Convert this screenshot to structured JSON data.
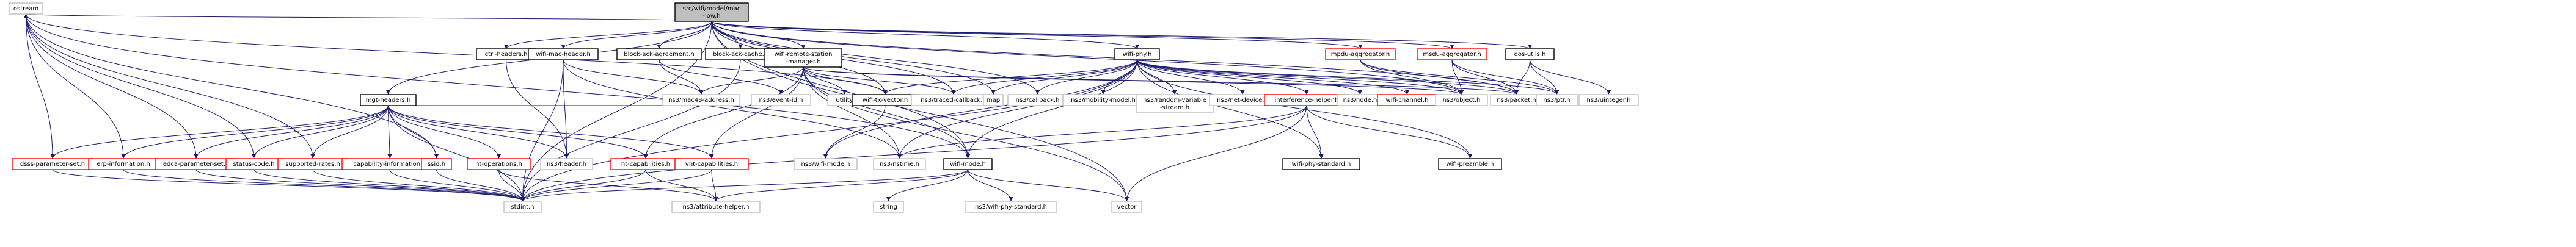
{
  "colors": {
    "edge": "#191970",
    "root_fill": "#bfbfbf",
    "root_border": "#000000",
    "documented_border": "#000000",
    "truncated_border": "#ff0000",
    "external_border": "#bfbfbf",
    "node_fill": "#ffffff"
  },
  "nodes": [
    {
      "id": "root",
      "lines": [
        "src/wifi/model/mac",
        "-low.h"
      ],
      "kind": "root"
    },
    {
      "id": "ostream",
      "lines": [
        "ostream"
      ],
      "kind": "external"
    },
    {
      "id": "mgt_headers",
      "lines": [
        "mgt-headers.h"
      ],
      "kind": "documented"
    },
    {
      "id": "ctrl_headers",
      "lines": [
        "ctrl-headers.h"
      ],
      "kind": "documented"
    },
    {
      "id": "wifi_mac_header",
      "lines": [
        "wifi-mac-header.h"
      ],
      "kind": "documented"
    },
    {
      "id": "block_ack_agreement",
      "lines": [
        "block-ack-agreement.h"
      ],
      "kind": "documented"
    },
    {
      "id": "block_ack_cache",
      "lines": [
        "block-ack-cache.h"
      ],
      "kind": "documented"
    },
    {
      "id": "wifi_remote_station_manager",
      "lines": [
        "wifi-remote-station",
        "-manager.h"
      ],
      "kind": "documented"
    },
    {
      "id": "wifi_phy",
      "lines": [
        "wifi-phy.h"
      ],
      "kind": "documented"
    },
    {
      "id": "mpdu_aggregator",
      "lines": [
        "mpdu-aggregator.h"
      ],
      "kind": "truncated"
    },
    {
      "id": "msdu_aggregator",
      "lines": [
        "msdu-aggregator.h"
      ],
      "kind": "truncated"
    },
    {
      "id": "qos_utils",
      "lines": [
        "qos-utils.h"
      ],
      "kind": "documented"
    },
    {
      "id": "mac48_address",
      "lines": [
        "ns3/mac48-address.h"
      ],
      "kind": "external"
    },
    {
      "id": "event_id",
      "lines": [
        "ns3/event-id.h"
      ],
      "kind": "external"
    },
    {
      "id": "utility",
      "lines": [
        "utility"
      ],
      "kind": "external"
    },
    {
      "id": "wifi_tx_vector",
      "lines": [
        "wifi-tx-vector.h"
      ],
      "kind": "documented"
    },
    {
      "id": "traced_callback",
      "lines": [
        "ns3/traced-callback.h"
      ],
      "kind": "external"
    },
    {
      "id": "map",
      "lines": [
        "map"
      ],
      "kind": "external"
    },
    {
      "id": "callback",
      "lines": [
        "ns3/callback.h"
      ],
      "kind": "external"
    },
    {
      "id": "mobility_model",
      "lines": [
        "ns3/mobility-model.h"
      ],
      "kind": "external"
    },
    {
      "id": "random_variable_stream",
      "lines": [
        "ns3/random-variable",
        "-stream.h"
      ],
      "kind": "external"
    },
    {
      "id": "net_device",
      "lines": [
        "ns3/net-device.h"
      ],
      "kind": "external"
    },
    {
      "id": "interference_helper",
      "lines": [
        "interference-helper.h"
      ],
      "kind": "truncated"
    },
    {
      "id": "ns3_node",
      "lines": [
        "ns3/node.h"
      ],
      "kind": "external"
    },
    {
      "id": "wifi_channel",
      "lines": [
        "wifi-channel.h"
      ],
      "kind": "truncated"
    },
    {
      "id": "ns3_object",
      "lines": [
        "ns3/object.h"
      ],
      "kind": "external"
    },
    {
      "id": "ns3_packet",
      "lines": [
        "ns3/packet.h"
      ],
      "kind": "external"
    },
    {
      "id": "ns3_ptr",
      "lines": [
        "ns3/ptr.h"
      ],
      "kind": "external"
    },
    {
      "id": "ns3_uinteger",
      "lines": [
        "ns3/uinteger.h"
      ],
      "kind": "external"
    },
    {
      "id": "dsss_parameter_set",
      "lines": [
        "dsss-parameter-set.h"
      ],
      "kind": "truncated"
    },
    {
      "id": "erp_information",
      "lines": [
        "erp-information.h"
      ],
      "kind": "truncated"
    },
    {
      "id": "edca_parameter_set",
      "lines": [
        "edca-parameter-set.h"
      ],
      "kind": "truncated"
    },
    {
      "id": "status_code",
      "lines": [
        "status-code.h"
      ],
      "kind": "truncated"
    },
    {
      "id": "supported_rates",
      "lines": [
        "supported-rates.h"
      ],
      "kind": "truncated"
    },
    {
      "id": "capability_information",
      "lines": [
        "capability-information.h"
      ],
      "kind": "truncated"
    },
    {
      "id": "ssid",
      "lines": [
        "ssid.h"
      ],
      "kind": "truncated"
    },
    {
      "id": "ht_operations",
      "lines": [
        "ht-operations.h"
      ],
      "kind": "truncated"
    },
    {
      "id": "ns3_header",
      "lines": [
        "ns3/header.h"
      ],
      "kind": "external"
    },
    {
      "id": "ht_capabilities",
      "lines": [
        "ht-capabilities.h"
      ],
      "kind": "truncated"
    },
    {
      "id": "vht_capabilities",
      "lines": [
        "vht-capabilities.h"
      ],
      "kind": "truncated"
    },
    {
      "id": "ns3_wifi_mode",
      "lines": [
        "ns3/wifi-mode.h"
      ],
      "kind": "external"
    },
    {
      "id": "ns3_nstime",
      "lines": [
        "ns3/nstime.h"
      ],
      "kind": "external"
    },
    {
      "id": "wifi_mode",
      "lines": [
        "wifi-mode.h"
      ],
      "kind": "documented"
    },
    {
      "id": "wifi_phy_standard",
      "lines": [
        "wifi-phy-standard.h"
      ],
      "kind": "documented"
    },
    {
      "id": "wifi_preamble",
      "lines": [
        "wifi-preamble.h"
      ],
      "kind": "documented"
    },
    {
      "id": "stdint",
      "lines": [
        "stdint.h"
      ],
      "kind": "external"
    },
    {
      "id": "attribute_helper",
      "lines": [
        "ns3/attribute-helper.h"
      ],
      "kind": "external"
    },
    {
      "id": "string",
      "lines": [
        "string"
      ],
      "kind": "external"
    },
    {
      "id": "ns3_wifi_phy_standard",
      "lines": [
        "ns3/wifi-phy-standard.h"
      ],
      "kind": "external"
    },
    {
      "id": "vector",
      "lines": [
        "vector"
      ],
      "kind": "external"
    }
  ],
  "edges": [
    [
      "root",
      "ostream"
    ],
    [
      "root",
      "mgt_headers"
    ],
    [
      "root",
      "ctrl_headers"
    ],
    [
      "root",
      "wifi_mac_header"
    ],
    [
      "root",
      "block_ack_agreement"
    ],
    [
      "root",
      "block_ack_cache"
    ],
    [
      "root",
      "wifi_remote_station_manager"
    ],
    [
      "root",
      "wifi_phy"
    ],
    [
      "root",
      "mpdu_aggregator"
    ],
    [
      "root",
      "msdu_aggregator"
    ],
    [
      "root",
      "qos_utils"
    ],
    [
      "root",
      "stdint"
    ],
    [
      "root",
      "wifi_tx_vector"
    ],
    [
      "root",
      "traced_callback"
    ],
    [
      "root",
      "map"
    ],
    [
      "root",
      "callback"
    ],
    [
      "root",
      "ns3_object"
    ],
    [
      "root",
      "ns3_packet"
    ],
    [
      "root",
      "vector"
    ],
    [
      "root",
      "wifi_mode"
    ],
    [
      "mgt_headers",
      "dsss_parameter_set"
    ],
    [
      "mgt_headers",
      "erp_information"
    ],
    [
      "mgt_headers",
      "edca_parameter_set"
    ],
    [
      "mgt_headers",
      "status_code"
    ],
    [
      "mgt_headers",
      "supported_rates"
    ],
    [
      "mgt_headers",
      "capability_information"
    ],
    [
      "mgt_headers",
      "ssid"
    ],
    [
      "mgt_headers",
      "ht_operations"
    ],
    [
      "mgt_headers",
      "ns3_header"
    ],
    [
      "mgt_headers",
      "ht_capabilities"
    ],
    [
      "mgt_headers",
      "vht_capabilities"
    ],
    [
      "mgt_headers",
      "mac48_address"
    ],
    [
      "mgt_headers",
      "stdint"
    ],
    [
      "ctrl_headers",
      "ns3_header"
    ],
    [
      "wifi_mac_header",
      "mac48_address"
    ],
    [
      "wifi_mac_header",
      "ns3_header"
    ],
    [
      "wifi_mac_header",
      "ns3_nstime"
    ],
    [
      "wifi_mac_header",
      "stdint"
    ],
    [
      "block_ack_agreement",
      "mac48_address"
    ],
    [
      "block_ack_agreement",
      "event_id"
    ],
    [
      "block_ack_cache",
      "stdint"
    ],
    [
      "wifi_remote_station_manager",
      "mac48_address"
    ],
    [
      "wifi_remote_station_manager",
      "utility"
    ],
    [
      "wifi_remote_station_manager",
      "wifi_tx_vector"
    ],
    [
      "wifi_remote_station_manager",
      "traced_callback"
    ],
    [
      "wifi_remote_station_manager",
      "ht_capabilities"
    ],
    [
      "wifi_remote_station_manager",
      "vht_capabilities"
    ],
    [
      "wifi_remote_station_manager",
      "ns3_nstime"
    ],
    [
      "wifi_remote_station_manager",
      "wifi_mode"
    ],
    [
      "wifi_remote_station_manager",
      "ns3_object"
    ],
    [
      "wifi_remote_station_manager",
      "ns3_packet"
    ],
    [
      "wifi_remote_station_manager",
      "vector"
    ],
    [
      "wifi_phy",
      "wifi_tx_vector"
    ],
    [
      "wifi_phy",
      "traced_callback"
    ],
    [
      "wifi_phy",
      "map"
    ],
    [
      "wifi_phy",
      "callback"
    ],
    [
      "wifi_phy",
      "mobility_model"
    ],
    [
      "wifi_phy",
      "random_variable_stream"
    ],
    [
      "wifi_phy",
      "net_device"
    ],
    [
      "wifi_phy",
      "interference_helper"
    ],
    [
      "wifi_phy",
      "ns3_node"
    ],
    [
      "wifi_phy",
      "wifi_channel"
    ],
    [
      "wifi_phy",
      "ns3_object"
    ],
    [
      "wifi_phy",
      "ns3_packet"
    ],
    [
      "wifi_phy",
      "ns3_ptr"
    ],
    [
      "wifi_phy",
      "wifi_phy_standard"
    ],
    [
      "wifi_phy",
      "wifi_preamble"
    ],
    [
      "wifi_phy",
      "ns3_nstime"
    ],
    [
      "wifi_phy",
      "wifi_mode"
    ],
    [
      "wifi_phy",
      "stdint"
    ],
    [
      "wifi_phy",
      "ns3_wifi_mode"
    ],
    [
      "interference_helper",
      "ns3_nstime"
    ],
    [
      "interference_helper",
      "wifi_phy_standard"
    ],
    [
      "interference_helper",
      "wifi_preamble"
    ],
    [
      "interference_helper",
      "stdint"
    ],
    [
      "interference_helper",
      "vector"
    ],
    [
      "mpdu_aggregator",
      "ns3_object"
    ],
    [
      "mpdu_aggregator",
      "ns3_packet"
    ],
    [
      "mpdu_aggregator",
      "ns3_ptr"
    ],
    [
      "msdu_aggregator",
      "ns3_object"
    ],
    [
      "msdu_aggregator",
      "ns3_packet"
    ],
    [
      "msdu_aggregator",
      "ns3_ptr"
    ],
    [
      "qos_utils",
      "ns3_packet"
    ],
    [
      "qos_utils",
      "ns3_ptr"
    ],
    [
      "qos_utils",
      "ns3_uinteger"
    ],
    [
      "wifi_tx_vector",
      "ns3_wifi_mode"
    ],
    [
      "wifi_tx_vector",
      "ostream"
    ],
    [
      "dsss_parameter_set",
      "ostream"
    ],
    [
      "dsss_parameter_set",
      "stdint"
    ],
    [
      "erp_information",
      "ostream"
    ],
    [
      "erp_information",
      "stdint"
    ],
    [
      "edca_parameter_set",
      "ostream"
    ],
    [
      "edca_parameter_set",
      "stdint"
    ],
    [
      "status_code",
      "ostream"
    ],
    [
      "status_code",
      "stdint"
    ],
    [
      "supported_rates",
      "ostream"
    ],
    [
      "supported_rates",
      "stdint"
    ],
    [
      "capability_information",
      "stdint"
    ],
    [
      "ssid",
      "ostream"
    ],
    [
      "ssid",
      "stdint"
    ],
    [
      "ht_operations",
      "stdint"
    ],
    [
      "ht_operations",
      "attribute_helper"
    ],
    [
      "ht_capabilities",
      "stdint"
    ],
    [
      "ht_capabilities",
      "attribute_helper"
    ],
    [
      "vht_capabilities",
      "stdint"
    ],
    [
      "vht_capabilities",
      "attribute_helper"
    ],
    [
      "wifi_mode",
      "string"
    ],
    [
      "wifi_mode",
      "ns3_wifi_phy_standard"
    ],
    [
      "wifi_mode",
      "vector"
    ],
    [
      "wifi_mode",
      "attribute_helper"
    ],
    [
      "wifi_mode",
      "stdint"
    ],
    [
      "wifi_mode",
      "ostream"
    ]
  ]
}
